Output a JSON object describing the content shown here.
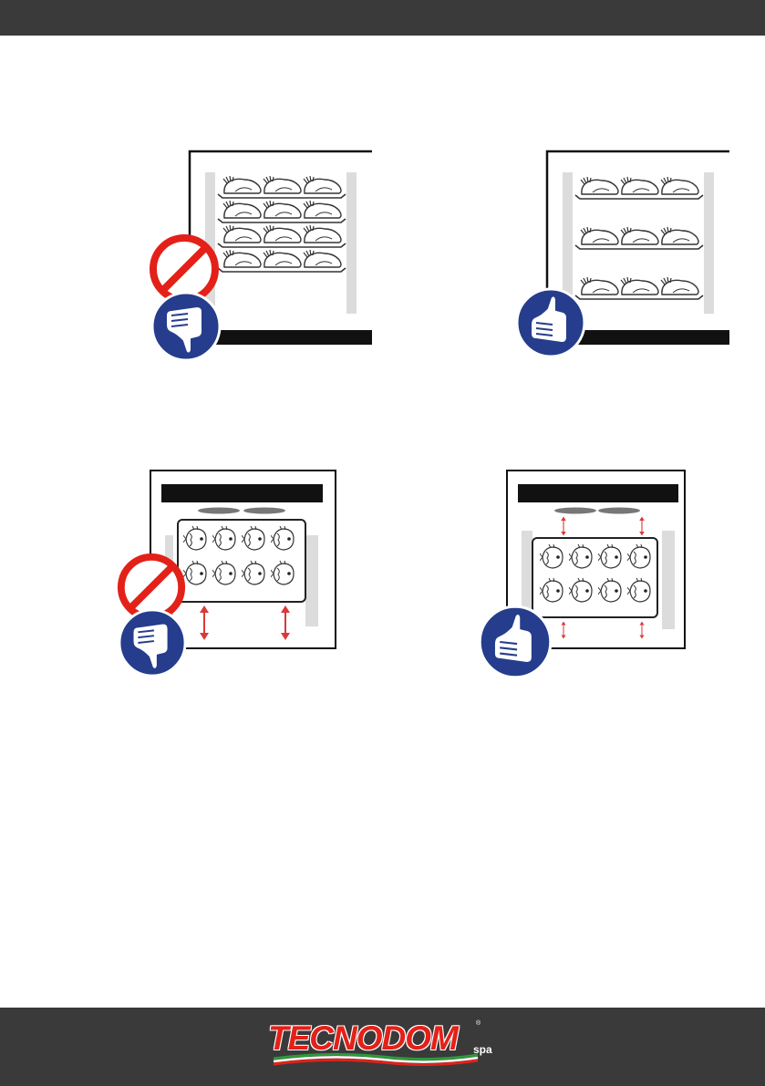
{
  "logo": {
    "wordmark": "TECNODOM",
    "suffix": "spa",
    "registered": "®"
  },
  "figures": [
    {
      "name": "shelves-overloaded",
      "verdict": "incorrect",
      "icons": [
        "prohibited-icon",
        "thumbs-down-icon"
      ]
    },
    {
      "name": "shelves-spaced",
      "verdict": "correct",
      "icons": [
        "thumbs-up-icon"
      ]
    },
    {
      "name": "tray-blocking-airflow",
      "verdict": "incorrect",
      "icons": [
        "prohibited-icon",
        "thumbs-down-icon"
      ]
    },
    {
      "name": "tray-with-clearance",
      "verdict": "correct",
      "icons": [
        "thumbs-up-icon"
      ]
    }
  ],
  "colors": {
    "bars": "#3a3a3a",
    "brand_red": "#e32119",
    "badge_blue": "#253d8c",
    "arrow_red": "#d83a3a",
    "panel_gray": "#dcdcdc"
  }
}
